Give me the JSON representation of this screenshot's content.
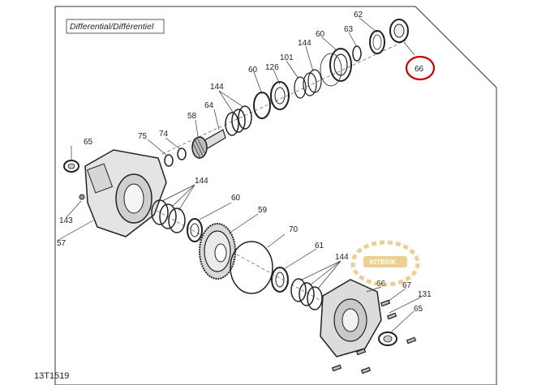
{
  "diagram": {
    "title": "Differential/Différentiel",
    "drawing_code": "13T1519",
    "highlight_color": "#cc0000",
    "watermark_color": "#e0a93a",
    "watermark_text": "KITBRIK",
    "labels": {
      "p62": "62",
      "p63": "63",
      "p60a": "60",
      "p144a": "144",
      "p101": "101",
      "p126": "126",
      "p60b": "60",
      "p144b": "144",
      "p64": "64",
      "p58": "58",
      "p75": "75",
      "p74": "74",
      "p65a": "65",
      "p144c": "144",
      "p60c": "60",
      "p59": "59",
      "p70": "70",
      "p143": "143",
      "p57": "57",
      "p61": "61",
      "p144d": "144",
      "p66s": "66",
      "p67": "67",
      "p131": "131",
      "p65b": "65",
      "p66": "66"
    }
  }
}
